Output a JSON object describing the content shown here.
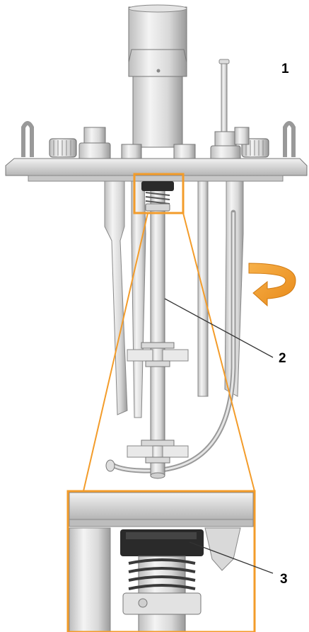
{
  "callouts": [
    {
      "id": "1",
      "label": "1"
    },
    {
      "id": "2",
      "label": "2"
    },
    {
      "id": "3",
      "label": "3"
    }
  ],
  "colors": {
    "highlight": "#F39C2A",
    "metal_light": "#ECECEC",
    "metal_mid": "#C9C9C9",
    "metal_dark": "#8E8E8E",
    "outline": "#6E6E6E",
    "black_part": "#2A2A2A"
  },
  "icons": {
    "rotation": "curved-arrow-icon"
  }
}
